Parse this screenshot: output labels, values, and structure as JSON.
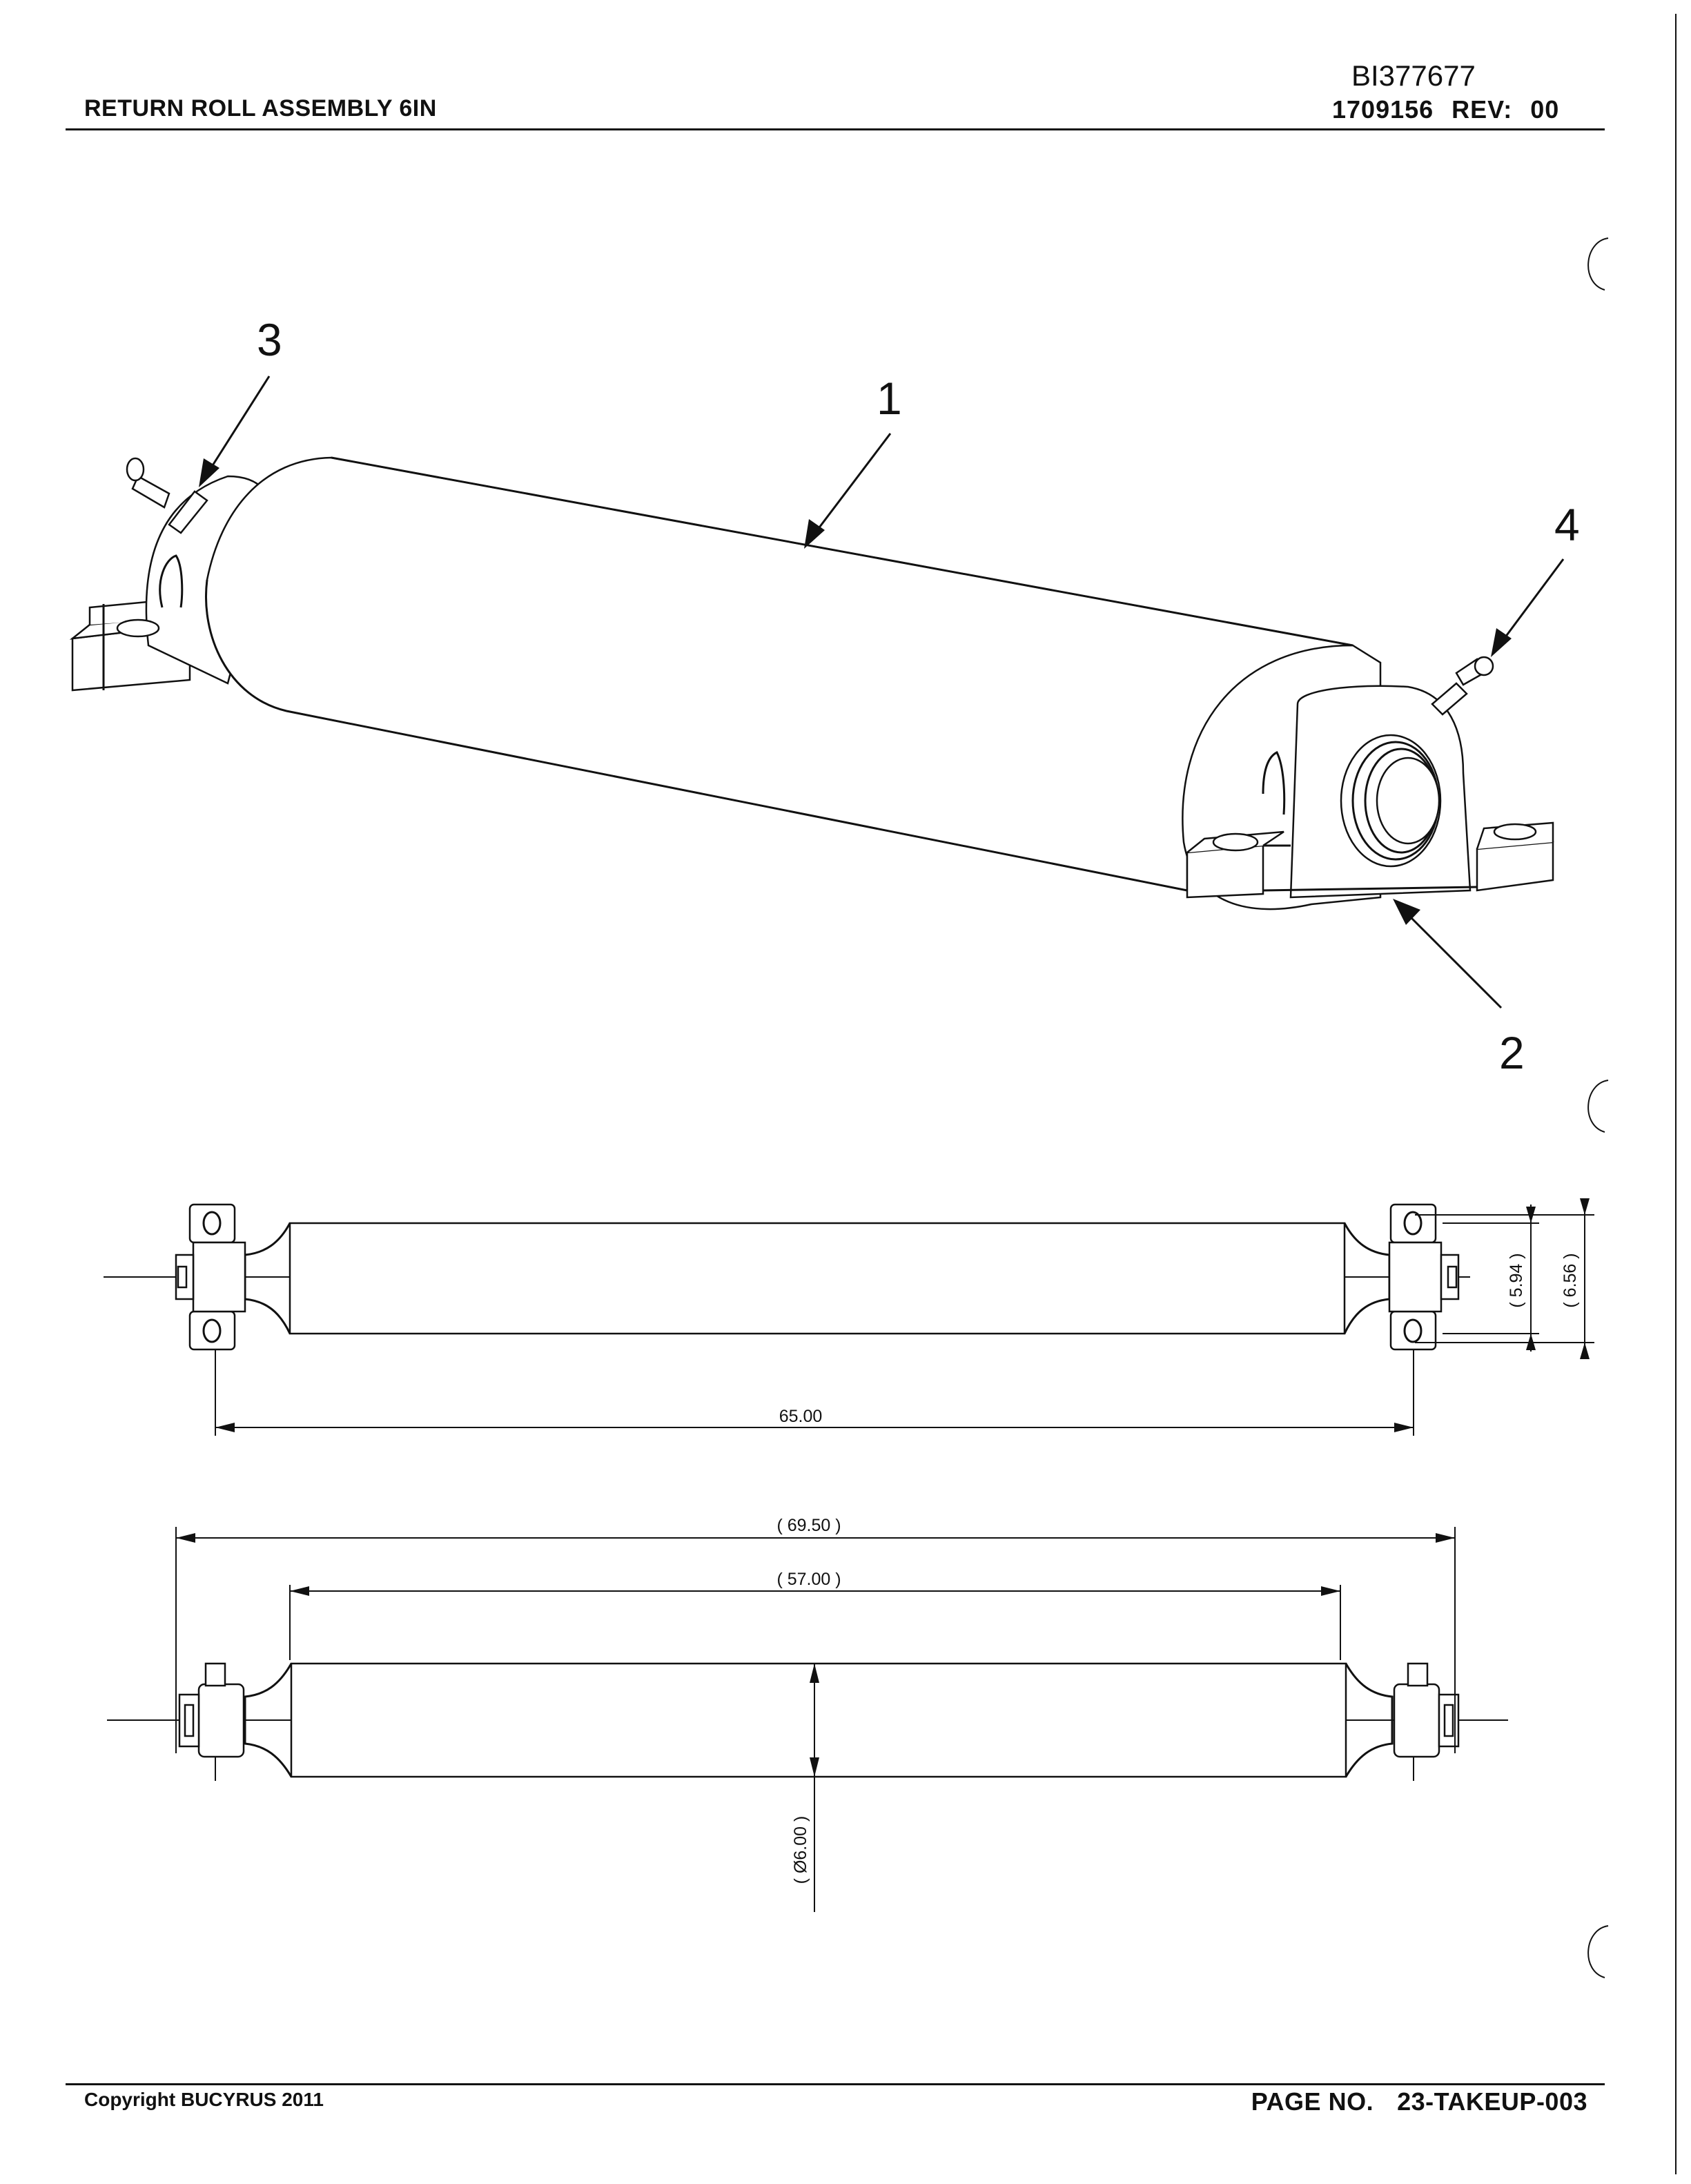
{
  "header": {
    "title": "RETURN ROLL ASSEMBLY  6IN",
    "doc_number": "BI377677",
    "part_number": "1709156",
    "rev_label": "REV:",
    "rev_value": "00"
  },
  "isometric_view": {
    "callouts": [
      "1",
      "2",
      "3",
      "4"
    ]
  },
  "top_view": {
    "dim_overall_bearing": "65.00",
    "dim_inner_width": "( 5.94 )",
    "dim_outer_width": "( 6.56 )"
  },
  "front_view": {
    "dim_overall_length": "( 69.50 )",
    "dim_shell_length": "( 57.00 )",
    "dim_diameter": "( Ø6.00 )"
  },
  "footer": {
    "copyright": "Copyright BUCYRUS 2011",
    "page_label": "PAGE NO.",
    "page_number": "23-TAKEUP-003"
  }
}
